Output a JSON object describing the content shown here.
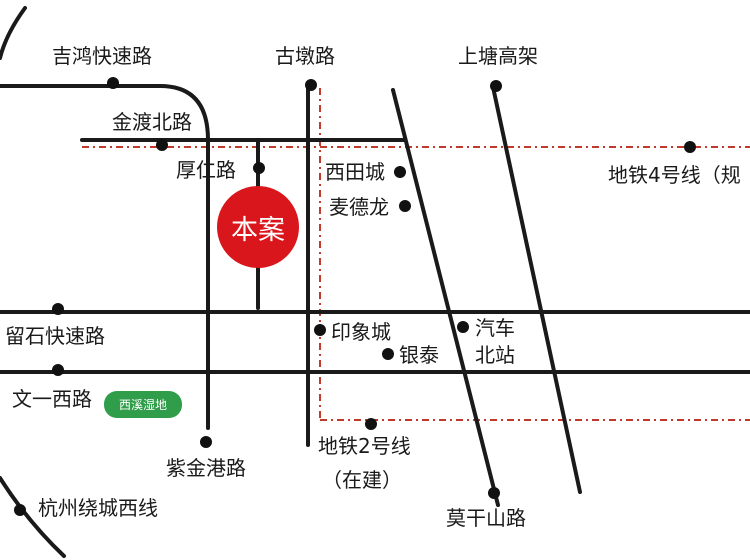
{
  "map": {
    "project_marker": "本案",
    "wetland_badge": "西溪湿地",
    "colors": {
      "road": "#1a1a1a",
      "metro": "#c0392b",
      "marker": "#d9161c",
      "wetland": "#2f9d49"
    },
    "labels": {
      "jihong": "吉鸿快速路",
      "gudun": "古墩路",
      "shangtang": "上塘高架",
      "jindu": "金渡北路",
      "xitiancheng": "西田城",
      "metro4": "地铁4号线（规",
      "houren": "厚仁路",
      "maidelong": "麦德龙",
      "liushi": "留石快速路",
      "yinxiangcheng": "印象城",
      "qiche": "汽车",
      "beizhan": "北站",
      "yintai": "银泰",
      "wenyi": "文一西路",
      "zijingang": "紫金港路",
      "metro2": "地铁2号线",
      "zaijian": "（在建）",
      "hangzhou_ring": "杭州绕城西线",
      "moganshan": "莫干山路"
    }
  }
}
